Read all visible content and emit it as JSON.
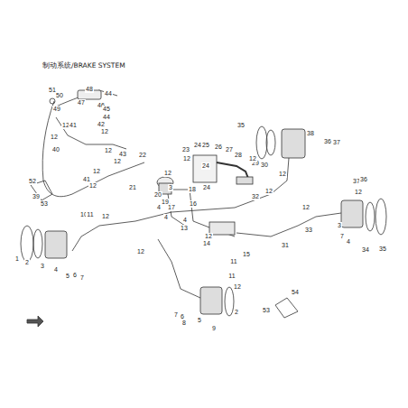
{
  "diagram": {
    "title": "制动系统/BRAKE SYSTEM",
    "labels": [
      "51",
      "50",
      "48",
      "47",
      "44",
      "46",
      "45",
      "44",
      "49",
      "42",
      "12",
      "12",
      "41",
      "40",
      "12",
      "39",
      "12",
      "43",
      "12",
      "12",
      "41",
      "12",
      "23",
      "12",
      "22",
      "12",
      "21",
      "20",
      "19",
      "17",
      "18",
      "16",
      "3",
      "4",
      "4",
      "4",
      "13",
      "14",
      "12",
      "15",
      "11",
      "11",
      "24",
      "25",
      "26",
      "27",
      "28",
      "29",
      "30",
      "24",
      "24",
      "32",
      "12",
      "35",
      "38",
      "36",
      "37",
      "12",
      "12",
      "12",
      "33",
      "31",
      "37",
      "36",
      "12",
      "7",
      "4",
      "34",
      "35",
      "3",
      "52",
      "53",
      "10",
      "11",
      "12",
      "1",
      "2",
      "3",
      "4",
      "5",
      "6",
      "7",
      "12",
      "7",
      "6",
      "8",
      "5",
      "9",
      "2",
      "12",
      "54",
      "53"
    ]
  }
}
